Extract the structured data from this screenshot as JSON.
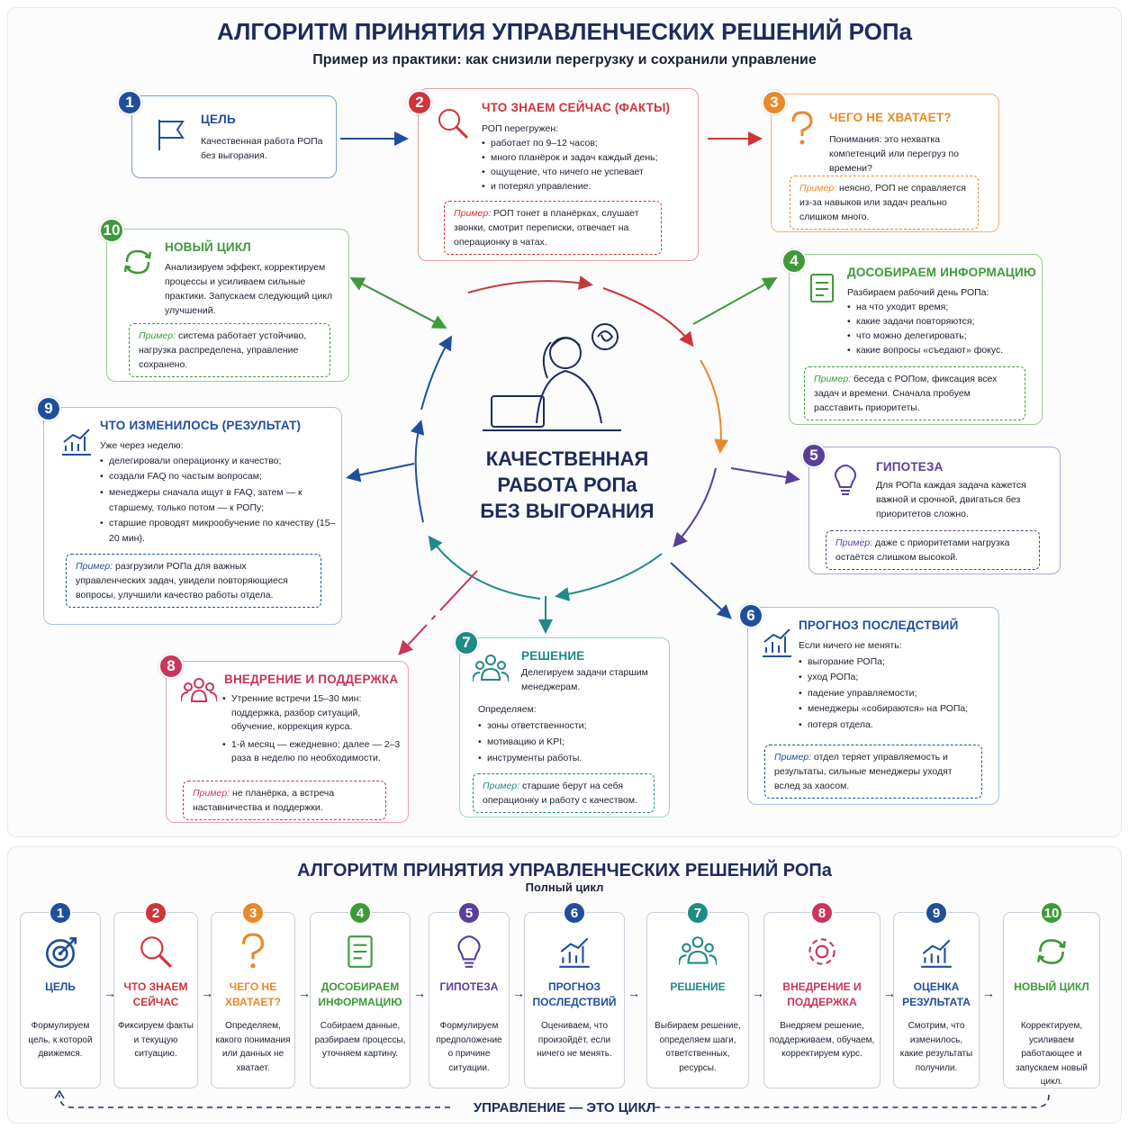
{
  "header": {
    "title": "АЛГОРИТМ ПРИНЯТИЯ УПРАВЛЕНЧЕСКИХ РЕШЕНИЙ РОПа",
    "subtitle": "Пример из практики: как снизили перегрузку и сохранили управление"
  },
  "center": {
    "line1": "КАЧЕСТВЕННАЯ",
    "line2": "РАБОТА РОПа",
    "line3": "БЕЗ ВЫГОРАНИЯ"
  },
  "steps": [
    {
      "n": "1",
      "color": "#1f4f9c",
      "title": "ЦЕЛЬ",
      "text": "Качественная работа РОПа без выгорания.",
      "icon": "flag-icon"
    },
    {
      "n": "2",
      "color": "#d0343b",
      "title": "ЧТО ЗНАЕМ СЕЙЧАС (ФАКТЫ)",
      "lead": "РОП перегружен:",
      "items": [
        "работает по 9–12 часов;",
        "много планёрок и задач каждый день;",
        "ощущение, что ничего не успевает",
        "и потерял управление."
      ],
      "ex_label": "Пример:",
      "ex_text": "РОП тонет в планёрках, слушает звонки, смотрит переписки, отвечает на операционку в чатах.",
      "icon": "magnifier-icon"
    },
    {
      "n": "3",
      "color": "#e8892b",
      "title": "ЧЕГО НЕ ХВАТАЕТ?",
      "text": "Понимания: это нехватка компетенций или перегруз по времени?",
      "ex_label": "Пример:",
      "ex_text": "неясно, РОП не справляется из-за навыков или задач реально слишком много.",
      "icon": "question-icon"
    },
    {
      "n": "4",
      "color": "#3e9a3a",
      "title": "ДОСОБИРАЕМ ИНФОРМАЦИЮ",
      "lead": "Разбираем рабочий день РОПа:",
      "items": [
        "на что уходит время;",
        "какие задачи повторяются;",
        "что можно делегировать;",
        "какие вопросы «съедают» фокус."
      ],
      "ex_label": "Пример:",
      "ex_text": "беседа с РОПом, фиксация всех задач и времени. Сначала пробуем расставить приоритеты.",
      "icon": "checklist-icon"
    },
    {
      "n": "5",
      "color": "#5a3f99",
      "title": "ГИПОТЕЗА",
      "text": "Для РОПа каждая задача кажется важной и срочной, двигаться без приоритетов сложно.",
      "ex_label": "Пример:",
      "ex_text": "даже с приоритетами нагрузка остаётся слишком высокой.",
      "icon": "lightbulb-icon"
    },
    {
      "n": "6",
      "color": "#1f4f9c",
      "title": "ПРОГНОЗ ПОСЛЕДСТВИЙ",
      "lead": "Если ничего не менять:",
      "items": [
        "выгорание РОПа;",
        "уход РОПа;",
        "падение управляемости;",
        "менеджеры «собираются» на РОПа;",
        "потеря отдела."
      ],
      "ex_label": "Пример:",
      "ex_text": "отдел теряет управляемость и результаты, сильные менеджеры уходят вслед за хаосом.",
      "icon": "chart-icon"
    },
    {
      "n": "7",
      "color": "#1f8a86",
      "title": "РЕШЕНИЕ",
      "text": "Делегируем задачи старшим менеджерам.",
      "lead": "Определяем:",
      "items": [
        "зоны ответственности;",
        "мотивацию и KPI;",
        "инструменты работы."
      ],
      "ex_label": "Пример:",
      "ex_text": "старшие берут на себя операционку и работу с качеством.",
      "icon": "team-icon"
    },
    {
      "n": "8",
      "color": "#c8365a",
      "title": "ВНЕДРЕНИЕ И ПОДДЕРЖКА",
      "items": [
        "Утренние встречи 15–30 мин: поддержка, разбор ситуаций, обучение, коррекция курса.",
        "1-й месяц — ежедневно; далее — 2–3 раза в неделю по необходимости."
      ],
      "ex_label": "Пример:",
      "ex_text": "не планёрка, а встреча наставничества и поддержки.",
      "icon": "people-icon"
    },
    {
      "n": "9",
      "color": "#1f4f9c",
      "title": "ЧТО ИЗМЕНИЛОСЬ (РЕЗУЛЬТАТ)",
      "lead": "Уже через неделю:",
      "items": [
        "делегировали операционку и качество;",
        "создали FAQ по частым вопросам;",
        "менеджеры сначала ищут в FAQ, затем — к старшему, только потом — к РОПу;",
        "старшие проводят микрообучение по качеству (15–20 мин)."
      ],
      "ex_label": "Пример:",
      "ex_text": "разгрузили РОПа для важных управленческих задач, увидели повторяющиеся вопросы, улучшили качество работы отдела.",
      "icon": "growth-chart-icon"
    },
    {
      "n": "10",
      "color": "#3e9a3a",
      "title": "НОВЫЙ ЦИКЛ",
      "text": "Анализируем эффект, корректируем процессы и усиливаем сильные практики. Запускаем следующий цикл улучшений.",
      "ex_label": "Пример:",
      "ex_text": "система работает устойчиво, нагрузка распределена, управление сохранено.",
      "icon": "cycle-icon"
    }
  ],
  "summary": {
    "title": "АЛГОРИТМ ПРИНЯТИЯ УПРАВЛЕНЧЕСКИХ РЕШЕНИЙ РОПа",
    "subtitle": "Полный цикл",
    "footer": "УПРАВЛЕНИЕ — ЭТО ЦИКЛ",
    "cards": [
      {
        "n": "1",
        "color": "#1f4f9c",
        "title": "ЦЕЛЬ",
        "text": "Формулируем цель, к которой движемся.",
        "icon": "target-icon"
      },
      {
        "n": "2",
        "color": "#d0343b",
        "title": "ЧТО ЗНАЕМ СЕЙЧАС",
        "text": "Фиксируем факты и текущую ситуацию.",
        "icon": "magnifier-icon"
      },
      {
        "n": "3",
        "color": "#e8892b",
        "title": "ЧЕГО НЕ ХВАТАЕТ?",
        "text": "Определяем, какого понимания или данных не хватает.",
        "icon": "question-icon"
      },
      {
        "n": "4",
        "color": "#3e9a3a",
        "title": "ДОСОБИРАЕМ ИНФОРМАЦИЮ",
        "text": "Собираем данные, разбираем процессы, уточняем картину.",
        "icon": "checklist-icon"
      },
      {
        "n": "5",
        "color": "#5a3f99",
        "title": "ГИПОТЕЗА",
        "text": "Формулируем предположение о причине ситуации.",
        "icon": "lightbulb-icon"
      },
      {
        "n": "6",
        "color": "#1f4f9c",
        "title": "ПРОГНОЗ ПОСЛЕДСТВИЙ",
        "text": "Оцениваем, что произойдёт, если ничего не менять.",
        "icon": "chart-icon"
      },
      {
        "n": "7",
        "color": "#1f8a86",
        "title": "РЕШЕНИЕ",
        "text": "Выбираем решение, определяем шаги, ответственных, ресурсы.",
        "icon": "team-icon"
      },
      {
        "n": "8",
        "color": "#c8365a",
        "title": "ВНЕДРЕНИЕ И ПОДДЕРЖКА",
        "text": "Внедряем решение, поддерживаем, обучаем, корректируем курс.",
        "icon": "gear-icon"
      },
      {
        "n": "9",
        "color": "#1f4f9c",
        "title": "ОЦЕНКА РЕЗУЛЬТАТА",
        "text": "Смотрим, что изменилось, какие результаты получили.",
        "icon": "growth-chart-icon"
      },
      {
        "n": "10",
        "color": "#3e9a3a",
        "title": "НОВЫЙ ЦИКЛ",
        "text": "Корректируем, усиливаем работающее и запускаем новый цикл.",
        "icon": "cycle-icon"
      }
    ]
  }
}
